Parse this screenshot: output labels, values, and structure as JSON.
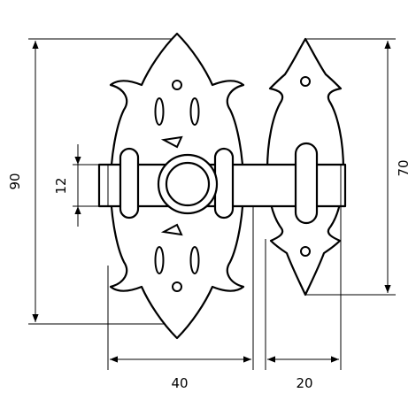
{
  "dimensions": {
    "height_total": "90",
    "height_right": "70",
    "bar_height": "12",
    "width_left": "40",
    "width_right": "20"
  },
  "colors": {
    "line": "#000000",
    "background": "#ffffff"
  }
}
